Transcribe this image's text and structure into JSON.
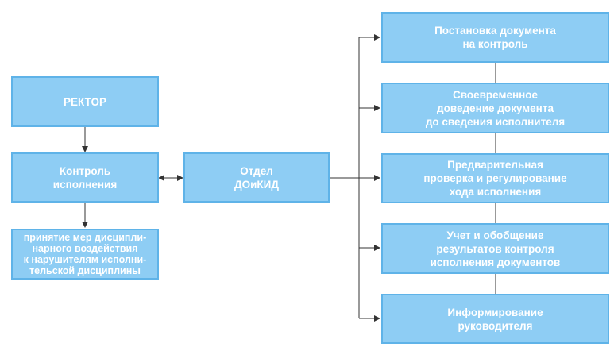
{
  "diagram": {
    "nodes": {
      "rector": "РЕКТОР",
      "control": "Контроль\nисполнения",
      "measures": "принятие мер дисципли-\nнарного воздействия\nк нарушителям исполни-\nтельской дисциплины",
      "department": "Отдел\nДОиКИД",
      "task1": "Постановка документа\nна контроль",
      "task2": "Своевременное\nдоведение документа\nдо сведения исполнителя",
      "task3": "Предварительная\nпроверка и регулирование\nхода исполнения",
      "task4": "Учет и обобщение\nрезультатов контроля\nисполнения документов",
      "task5": "Информирование\nруководителя"
    },
    "colors": {
      "box_fill": "#8ecdf4",
      "box_border": "#5fb3e8",
      "text": "#ffffff",
      "connector": "#333333"
    }
  }
}
